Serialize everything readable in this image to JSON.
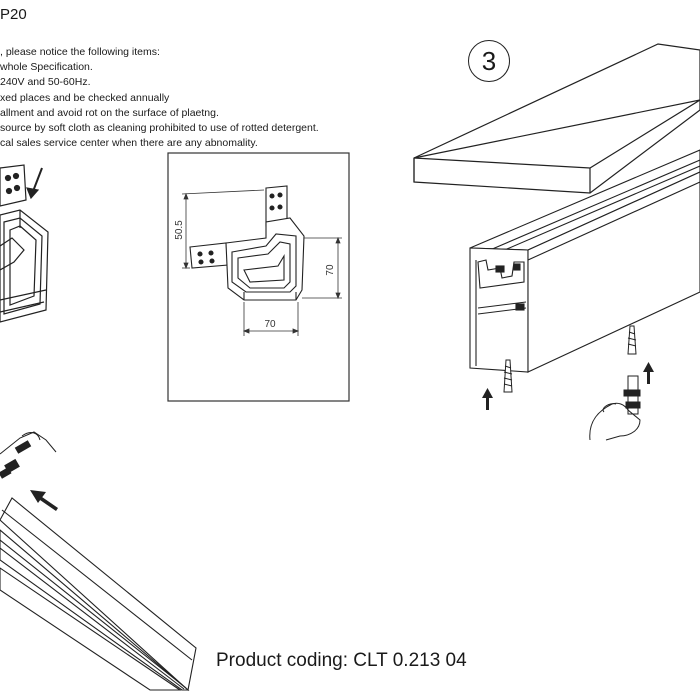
{
  "header": {
    "title": "P20"
  },
  "notice": {
    "lines": [
      ", please notice the following items:",
      "whole Specification.",
      "240V and 50-60Hz.",
      "xed places and be checked annually",
      "allment and avoid rot on the surface of plaetng.",
      "source by soft cloth as cleaning prohibited to use of rotted detergent.",
      "cal sales service center when there are any abnomality."
    ]
  },
  "figure_corner": {
    "dim_height": "50.5",
    "dim_side": "70",
    "dim_bottom": "70"
  },
  "step": {
    "number": "3"
  },
  "footer": {
    "product_coding": "Product coding: CLT 0.213 04"
  }
}
